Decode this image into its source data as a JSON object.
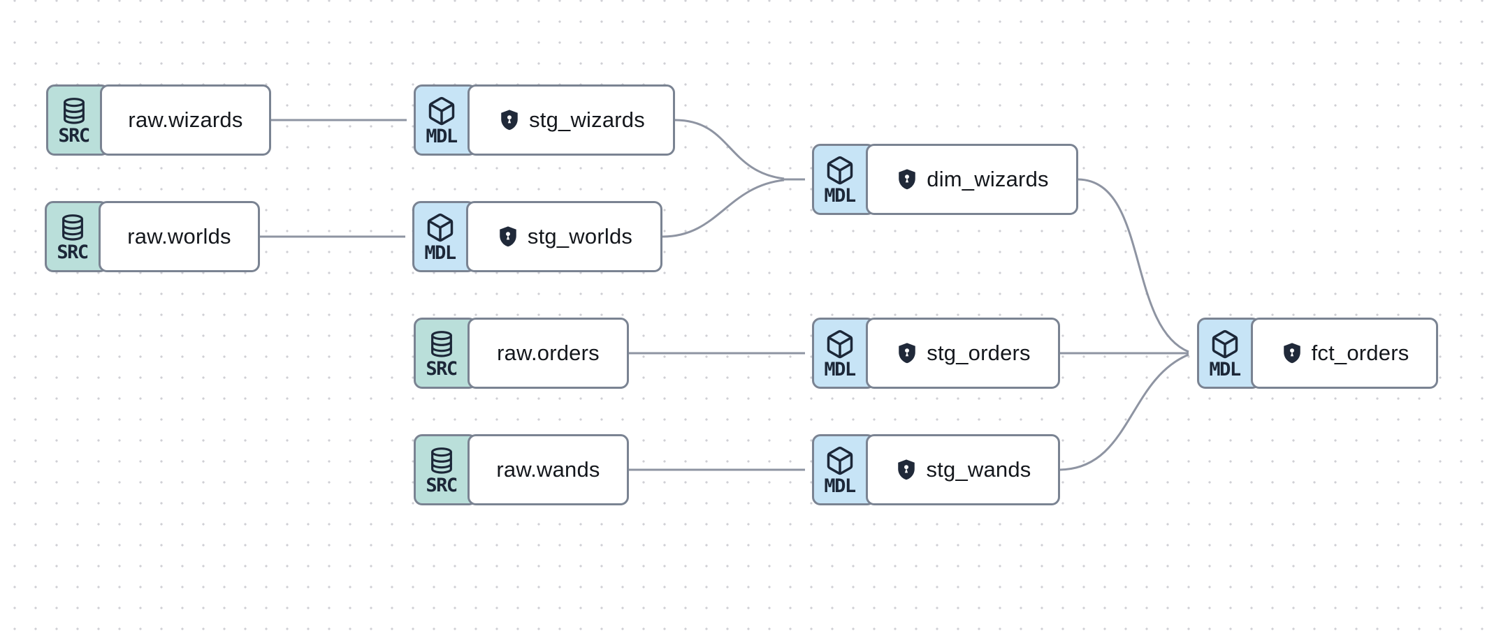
{
  "app": {
    "view": "data lineage graph",
    "node_kinds": {
      "source": "SRC",
      "model": "MDL"
    }
  },
  "palette": {
    "source_tile": "#badfda",
    "model_tile": "#c7e4f6",
    "node_border": "#7a8392",
    "tile_text": "#1c2738",
    "label_text": "#14171c",
    "shield_fill": "#202939",
    "edge_color": "#8e94a2",
    "dot_color": "#cfcfd4",
    "canvas_bg": "#ffffff"
  },
  "nodes": [
    {
      "id": "raw.wizards",
      "kind": "SRC",
      "label": "raw.wizards",
      "icon": "database-icon",
      "contracted": false
    },
    {
      "id": "stg_wizards",
      "kind": "MDL",
      "label": "stg_wizards",
      "icon": "cube-icon",
      "contracted": true
    },
    {
      "id": "raw.worlds",
      "kind": "SRC",
      "label": "raw.worlds",
      "icon": "database-icon",
      "contracted": false
    },
    {
      "id": "stg_worlds",
      "kind": "MDL",
      "label": "stg_worlds",
      "icon": "cube-icon",
      "contracted": true
    },
    {
      "id": "dim_wizards",
      "kind": "MDL",
      "label": "dim_wizards",
      "icon": "cube-icon",
      "contracted": true
    },
    {
      "id": "raw.orders",
      "kind": "SRC",
      "label": "raw.orders",
      "icon": "database-icon",
      "contracted": false
    },
    {
      "id": "stg_orders",
      "kind": "MDL",
      "label": "stg_orders",
      "icon": "cube-icon",
      "contracted": true
    },
    {
      "id": "fct_orders",
      "kind": "MDL",
      "label": "fct_orders",
      "icon": "cube-icon",
      "contracted": true
    },
    {
      "id": "raw.wands",
      "kind": "SRC",
      "label": "raw.wands",
      "icon": "database-icon",
      "contracted": false
    },
    {
      "id": "stg_wands",
      "kind": "MDL",
      "label": "stg_wands",
      "icon": "cube-icon",
      "contracted": true
    }
  ],
  "edges": [
    {
      "from": "raw.wizards",
      "to": "stg_wizards"
    },
    {
      "from": "raw.worlds",
      "to": "stg_worlds"
    },
    {
      "from": "stg_wizards",
      "to": "dim_wizards"
    },
    {
      "from": "stg_worlds",
      "to": "dim_wizards"
    },
    {
      "from": "raw.orders",
      "to": "stg_orders"
    },
    {
      "from": "raw.wands",
      "to": "stg_wands"
    },
    {
      "from": "stg_orders",
      "to": "fct_orders"
    },
    {
      "from": "dim_wizards",
      "to": "fct_orders"
    },
    {
      "from": "stg_wands",
      "to": "fct_orders"
    }
  ]
}
